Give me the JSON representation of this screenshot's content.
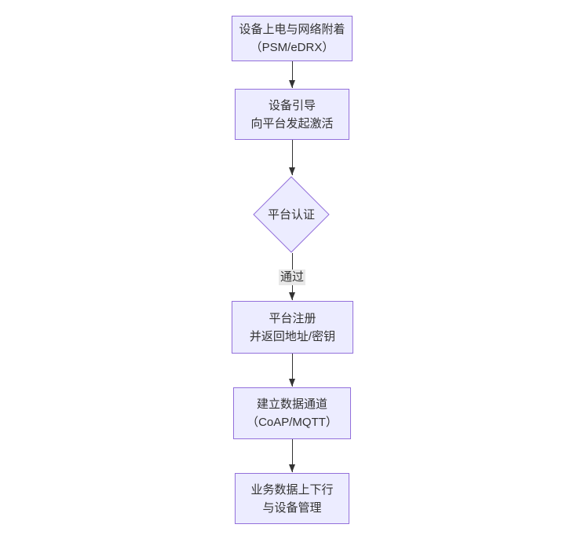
{
  "diagram": {
    "type": "flowchart",
    "direction": "top-down",
    "colors": {
      "node_fill": "#ECECFF",
      "node_border": "#9370DB",
      "node_text": "#333333",
      "edge_stroke": "#333333",
      "edge_label_bg": "#e8e8e8",
      "background": "#ffffff"
    },
    "nodes": [
      {
        "id": "attach",
        "shape": "rect",
        "lines": [
          "设备上电与网络附着",
          "（PSM/eDRX）"
        ]
      },
      {
        "id": "bootstrap",
        "shape": "rect",
        "lines": [
          "设备引导",
          "向平台发起激活"
        ]
      },
      {
        "id": "auth",
        "shape": "diamond",
        "lines": [
          "平台认证"
        ]
      },
      {
        "id": "register",
        "shape": "rect",
        "lines": [
          "平台注册",
          "并返回地址/密钥"
        ]
      },
      {
        "id": "channel",
        "shape": "rect",
        "lines": [
          "建立数据通道",
          "（CoAP/MQTT）"
        ]
      },
      {
        "id": "business",
        "shape": "rect",
        "lines": [
          "业务数据上下行",
          "与设备管理"
        ]
      }
    ],
    "edges": [
      {
        "from": "attach",
        "to": "bootstrap"
      },
      {
        "from": "bootstrap",
        "to": "auth"
      },
      {
        "from": "auth",
        "to": "register",
        "label": "通过"
      },
      {
        "from": "register",
        "to": "channel"
      },
      {
        "from": "channel",
        "to": "business"
      }
    ]
  }
}
